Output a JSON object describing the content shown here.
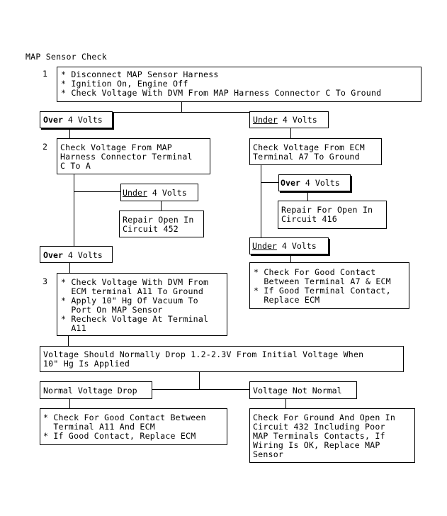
{
  "title": "MAP Sensor Check",
  "steps": {
    "s1": "1",
    "s2": "2",
    "s3": "3"
  },
  "box1": {
    "l1": "* Disconnect MAP Sensor Harness",
    "l2": "* Ignition On, Engine Off",
    "l3": "* Check Voltage With DVM From MAP Harness Connector C To Ground"
  },
  "over_left": {
    "kw": "Over",
    "rest": " 4 Volts"
  },
  "under_right": {
    "kw": "Under",
    "rest": " 4 Volts"
  },
  "box2": {
    "l1": "Check Voltage From MAP",
    "l2": "Harness Connector Terminal",
    "l3": "C To A"
  },
  "under_mid": {
    "kw": "Under",
    "rest": " 4 Volts"
  },
  "repair452": {
    "l1": "Repair Open In",
    "l2": "Circuit 452"
  },
  "over_left2": {
    "kw": "Over",
    "rest": " 4 Volts"
  },
  "box3": {
    "l1": "* Check Voltage With DVM From",
    "l2": "  ECM terminal A11 To Ground",
    "l3": "* Apply 10\" Hg Of Vacuum To",
    "l4": "  Port On MAP Sensor",
    "l5": "* Recheck Voltage At Terminal",
    "l6": "  A11"
  },
  "ecm_box": {
    "l1": "Check Voltage From ECM",
    "l2": "Terminal A7 To Ground"
  },
  "over_right": {
    "kw": "Over",
    "rest": " 4 Volts"
  },
  "repair416": {
    "l1": "Repair For Open In",
    "l2": "Circuit 416"
  },
  "under_right2": {
    "kw": "Under",
    "rest": " 4 Volts"
  },
  "contact_a7": {
    "l1": "* Check For Good Contact",
    "l2": "  Between Terminal A7 & ECM",
    "l3": "* If Good Terminal Contact,",
    "l4": "  Replace ECM"
  },
  "drop_box": {
    "l1": "Voltage Should Normally Drop 1.2-2.3V From Initial Voltage When",
    "l2": "10\" Hg Is Applied"
  },
  "normal_drop": "Normal Voltage Drop",
  "not_normal": "Voltage Not Normal",
  "contact_a11": {
    "l1": "* Check For Good Contact Between",
    "l2": "  Terminal A11 And ECM",
    "l3": "* If Good Contact, Replace ECM"
  },
  "ground_box": {
    "l1": "Check For Ground And Open In",
    "l2": "Circuit 432 Including Poor",
    "l3": "MAP Terminals Contacts, If",
    "l4": "Wiring Is OK, Replace MAP",
    "l5": "Sensor"
  }
}
